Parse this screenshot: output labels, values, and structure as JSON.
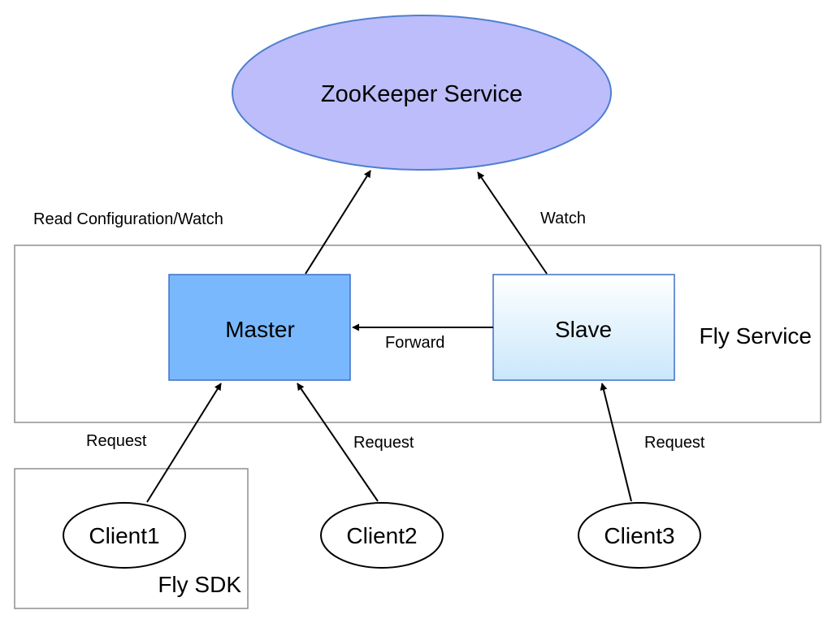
{
  "nodes": {
    "zookeeper": "ZooKeeper Service",
    "master": "Master",
    "slave": "Slave",
    "client1": "Client1",
    "client2": "Client2",
    "client3": "Client3"
  },
  "groups": {
    "fly_service": "Fly Service",
    "fly_sdk": "Fly SDK"
  },
  "edges": {
    "master_to_zk": "Read Configuration/Watch",
    "slave_to_zk": "Watch",
    "slave_to_master": "Forward",
    "client1_to_master": "Request",
    "client2_to_master": "Request",
    "client3_to_slave": "Request"
  },
  "colors": {
    "zookeeper_fill": "#bdbdfb",
    "zookeeper_stroke": "#4f7fd0",
    "master_fill": "#79b8fd",
    "master_stroke": "#3e6fc9",
    "slave_fill_top": "#ffffff",
    "slave_fill_bottom": "#c9e7fb",
    "slave_stroke": "#3e6fc9",
    "group_stroke": "#8f8f8f"
  }
}
